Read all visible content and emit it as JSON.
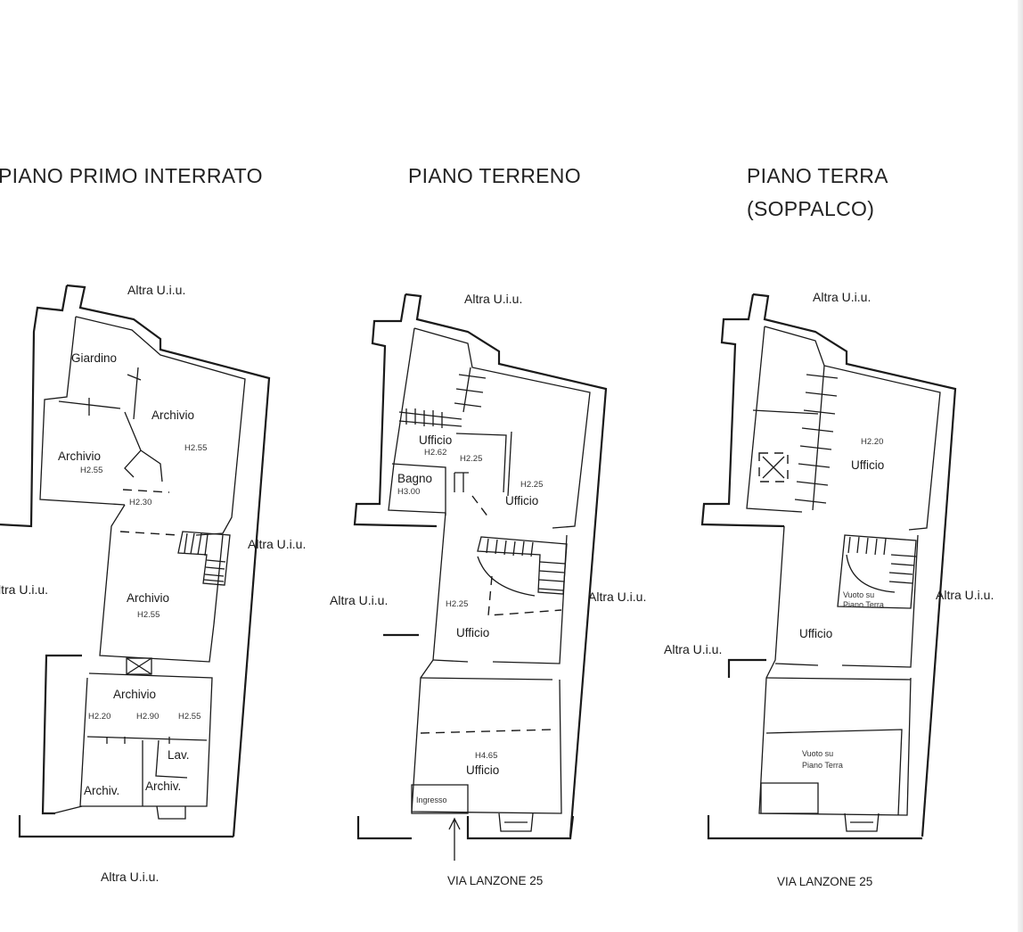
{
  "headings": {
    "interrato": "PIANO PRIMO INTERRATO",
    "terreno": "PIANO TERRENO",
    "soppalco_line1": "PIANO TERRA",
    "soppalco_line2": "(SOPPALCO)"
  },
  "plan1": {
    "neighbor_top": "Altra U.i.u.",
    "neighbor_right": "Altra U.i.u.",
    "neighbor_left": "ltra U.i.u.",
    "neighbor_bottom": "Altra U.i.u.",
    "rooms": {
      "giardino": "Giardino",
      "archivio_upper_right": "Archivio",
      "archivio_upper_left": "Archivio",
      "archivio_middle": "Archivio",
      "archivio_lower": "Archivio",
      "lav": "Lav.",
      "archiv_left": "Archiv.",
      "archiv_right": "Archiv."
    },
    "heights": {
      "h_upper_right": "H2.55",
      "h_upper_left": "H2.55",
      "h_passage": "H2.30",
      "h_middle": "H2.55",
      "h_lower_1": "H2.20",
      "h_lower_2": "H2.90",
      "h_lower_3": "H2.55"
    }
  },
  "plan2": {
    "neighbor_top": "Altra U.i.u.",
    "neighbor_left": "Altra U.i.u.",
    "neighbor_right": "Altra U.i.u.",
    "rooms": {
      "ufficio_small": "Ufficio",
      "bagno": "Bagno",
      "ufficio_upper": "Ufficio",
      "ufficio_middle": "Ufficio",
      "ufficio_lower": "Ufficio",
      "ingresso": "Ingresso"
    },
    "heights": {
      "h_ufficio_small": "H2.62",
      "h_corridor": "H2.25",
      "h_bagno": "H3.00",
      "h_ufficio_upper": "H2.25",
      "h_ufficio_middle": "H2.25",
      "h_ufficio_lower": "H4.65"
    },
    "street": "VIA LANZONE 25"
  },
  "plan3": {
    "neighbor_top": "Altra U.i.u.",
    "neighbor_right": "Altra U.i.u.",
    "neighbor_left": "Altra U.i.u.",
    "rooms": {
      "ufficio_upper": "Ufficio",
      "ufficio_middle": "Ufficio"
    },
    "heights": {
      "h_ufficio_upper": "H2.20"
    },
    "void_stair_line1": "Vuoto su",
    "void_stair_line2": "Piano Terra",
    "void_lower_line1": "Vuoto su",
    "void_lower_line2": "Piano Terra",
    "street": "VIA LANZONE 25"
  },
  "colors": {
    "ink": "#1a1a1a",
    "background": "#ffffff"
  }
}
